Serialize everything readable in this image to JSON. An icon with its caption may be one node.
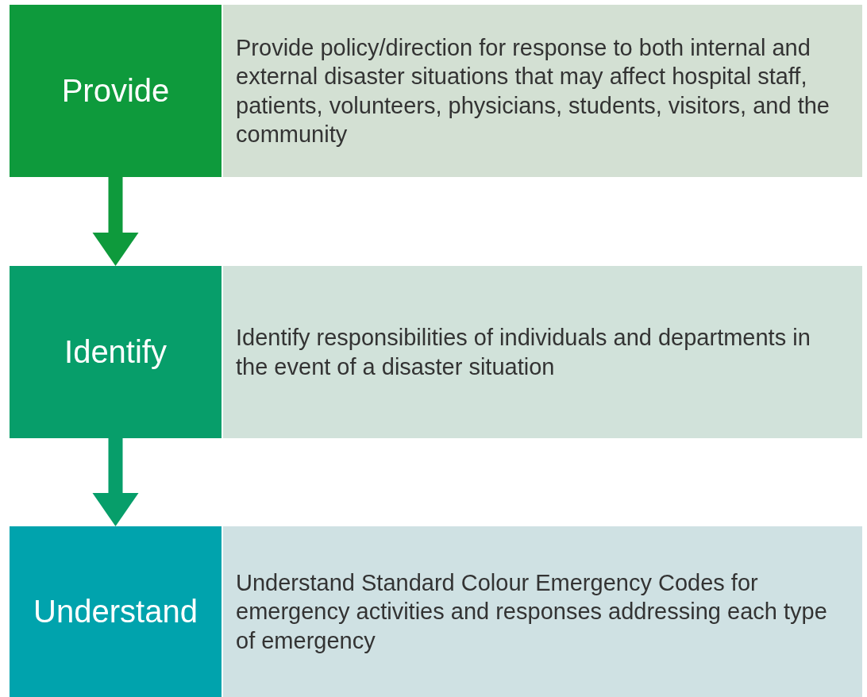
{
  "diagram": {
    "nodes": [
      {
        "text": [
          "Provide"
        ]
      },
      {
        "text": [
          "Provide policy/direction for response to both internal and external disaster situations that may affect hospital staff, patients, volunteers, physicians, students, visitors, and the community"
        ]
      },
      {
        "text": [
          "Identify"
        ]
      },
      {
        "text": [
          "Identify responsibilities of individuals and departments in the event of a disaster situation"
        ]
      },
      {
        "text": [
          "Understand"
        ]
      },
      {
        "text": [
          "Understand Standard Colour Emergency Codes for emergency activities and responses addressing each type of emergency"
        ]
      }
    ],
    "edges": [
      {
        "from": 0,
        "to": 2,
        "arrow": "to",
        "color": "#0e9a3c"
      },
      {
        "from": 2,
        "to": 4,
        "arrow": "to",
        "color": "#079e6a"
      }
    ]
  }
}
